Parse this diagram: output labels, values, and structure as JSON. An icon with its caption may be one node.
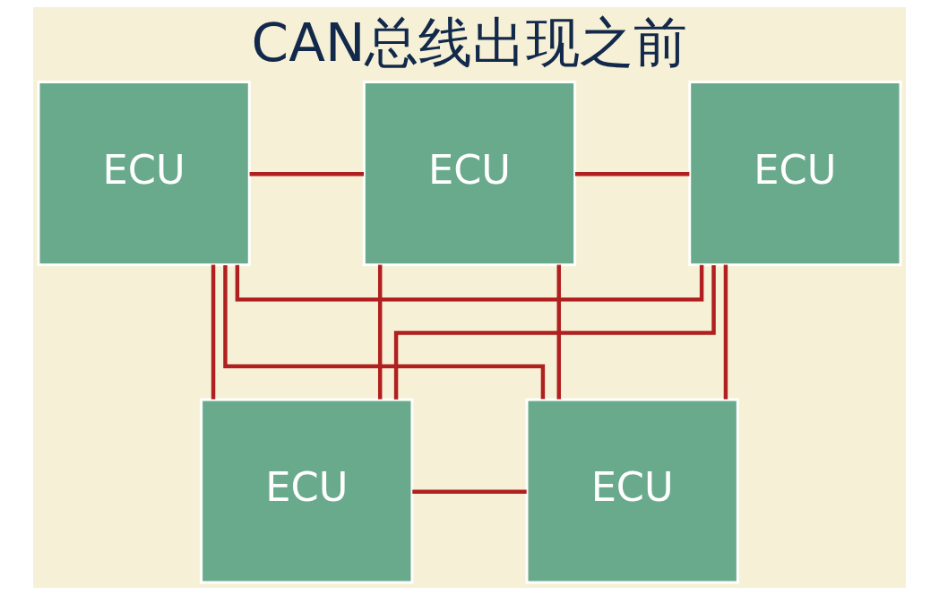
{
  "diagram": {
    "title": "CAN总线出现之前",
    "nodes": [
      {
        "text": [
          "ECU"
        ]
      },
      {
        "text": [
          "ECU"
        ]
      },
      {
        "text": [
          "ECU"
        ]
      },
      {
        "text": [
          "ECU"
        ]
      },
      {
        "text": [
          "ECU"
        ]
      }
    ],
    "edges": [
      {
        "from": 0,
        "to": 1,
        "arrow": "none"
      },
      {
        "from": 0,
        "to": 2,
        "arrow": "none"
      },
      {
        "from": 0,
        "to": 3,
        "arrow": "none"
      },
      {
        "from": 0,
        "to": 4,
        "arrow": "none"
      },
      {
        "from": 1,
        "to": 2,
        "arrow": "none"
      },
      {
        "from": 1,
        "to": 3,
        "arrow": "none"
      },
      {
        "from": 1,
        "to": 4,
        "arrow": "none"
      },
      {
        "from": 2,
        "to": 3,
        "arrow": "none"
      },
      {
        "from": 2,
        "to": 4,
        "arrow": "none"
      },
      {
        "from": 3,
        "to": 4,
        "arrow": "none"
      }
    ]
  }
}
